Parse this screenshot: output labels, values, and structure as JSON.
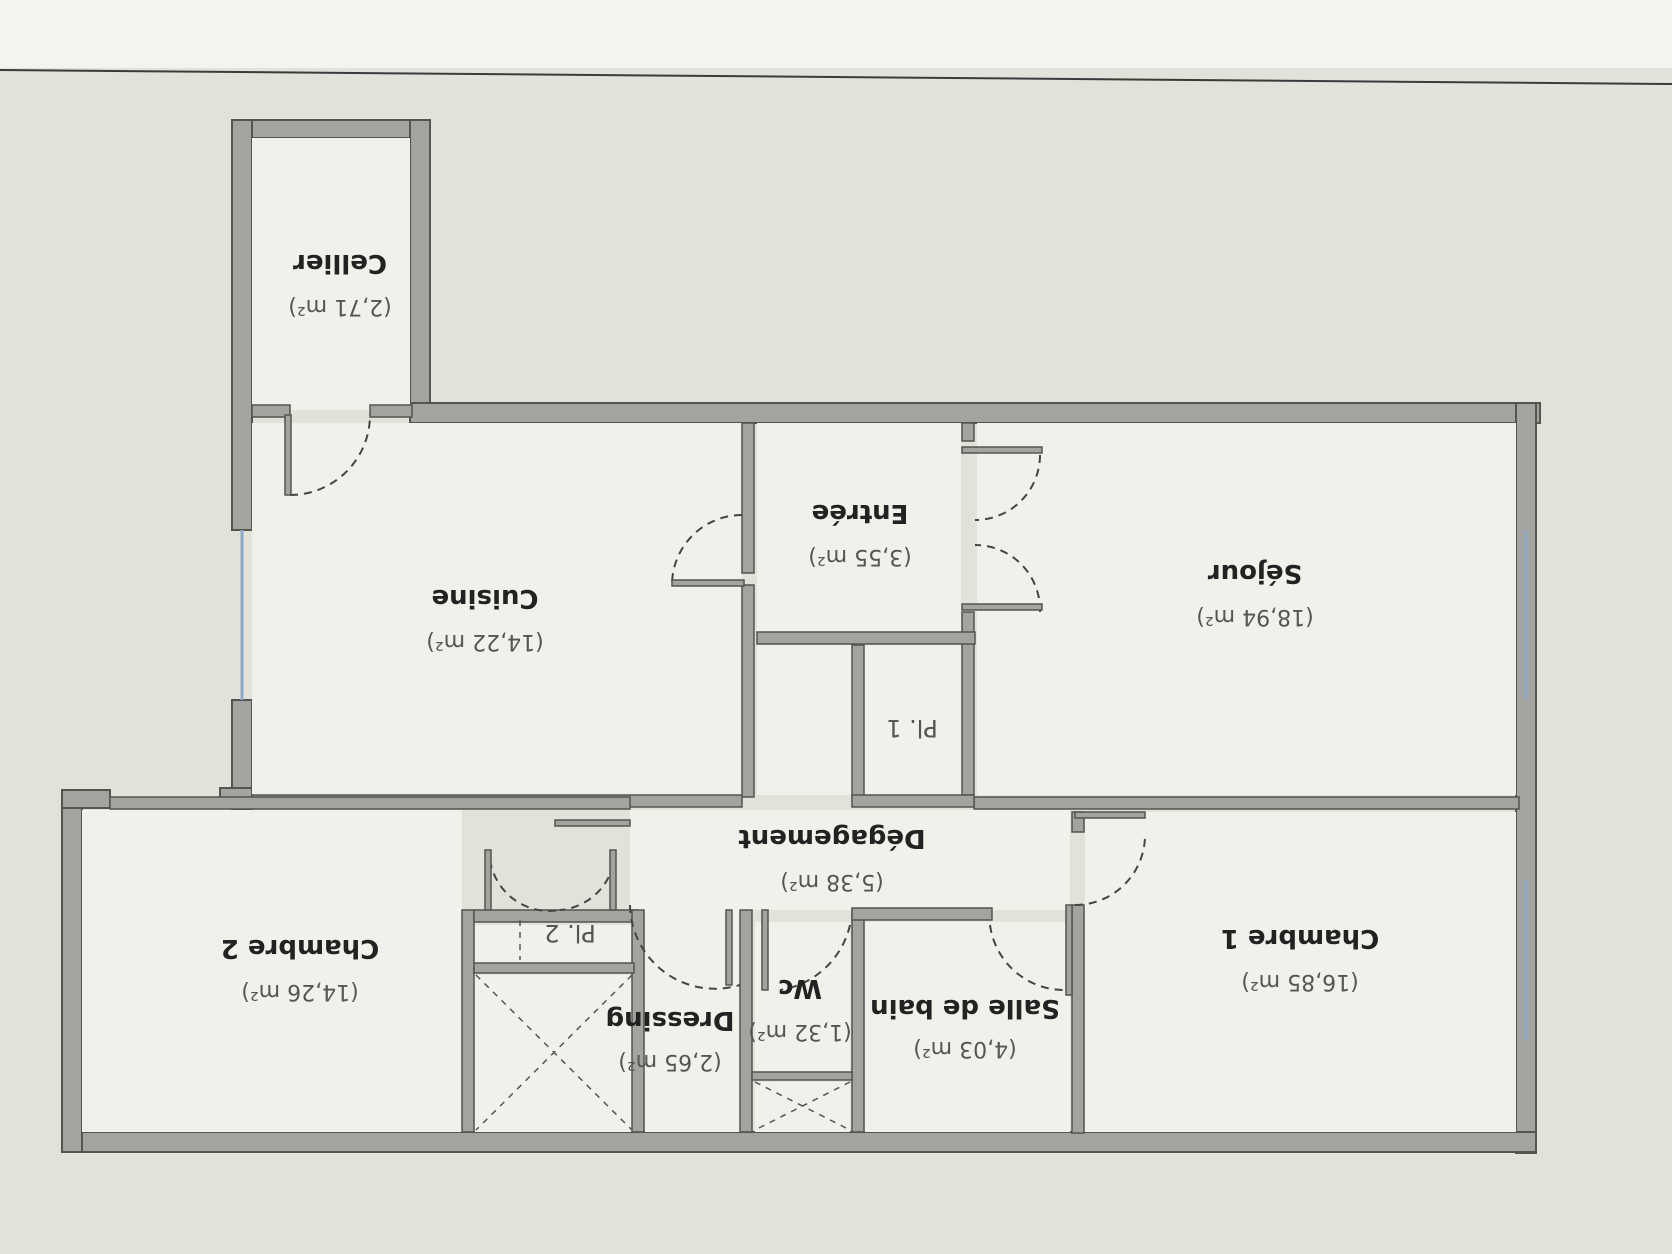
{
  "rooms": {
    "cellier": {
      "name": "Cellier",
      "area": "(2,71 m²)"
    },
    "cuisine": {
      "name": "Cuisine",
      "area": "(14,22 m²)"
    },
    "entree": {
      "name": "Entrée",
      "area": "(3,55 m²)"
    },
    "sejour": {
      "name": "Séjour",
      "area": "(18,94 m²)"
    },
    "pl1": {
      "name": "Pl. 1"
    },
    "degagement": {
      "name": "Dégagement",
      "area": "(5,38 m²)"
    },
    "chambre1": {
      "name": "Chambre 1",
      "area": "(16,85 m²)"
    },
    "chambre2": {
      "name": "Chambre 2",
      "area": "(14,26 m²)"
    },
    "pl2": {
      "name": "Pl. 2"
    },
    "salle_de_bain": {
      "name": "Salle de bain",
      "area": "(4,03 m²)"
    },
    "wc": {
      "name": "Wc",
      "area": "(1,32 m²)"
    },
    "dressing": {
      "name": "Dressing",
      "area": "(2,65 m²)"
    }
  },
  "colors": {
    "wall_fill": "#a3a39f",
    "wall_edge": "#55554f",
    "floor": "#f1f1ec",
    "window": "#8ea9c6"
  }
}
